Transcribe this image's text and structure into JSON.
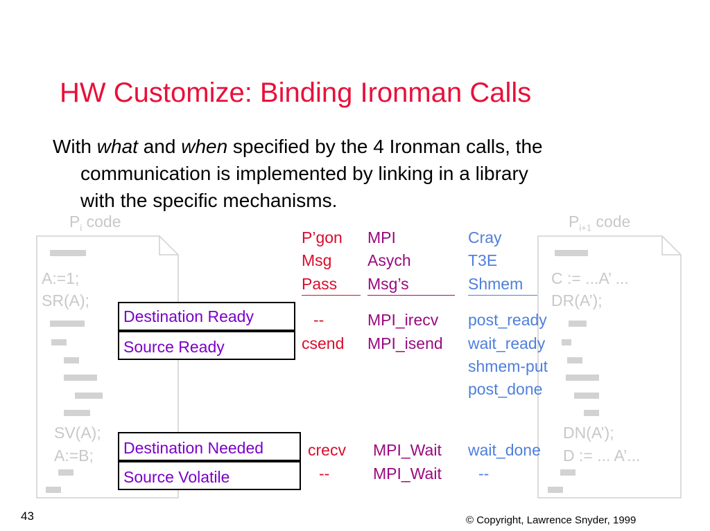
{
  "slide": {
    "title": "HW Customize: Binding Ironman Calls",
    "intro": {
      "prefix": "With ",
      "what": "what",
      "and": " and ",
      "when": "when",
      "rest1": " specified by the 4 Ironman calls, the",
      "line2": "communication is implemented by linking in a library",
      "line3": "with the specific mechanisms."
    },
    "left_doc": {
      "label_main": "P",
      "label_sub": "i",
      "label_rest": " code",
      "line1": "A:=1;",
      "line2": "SR(A);",
      "line3": "SV(A);",
      "line4": "A:=B;"
    },
    "right_doc": {
      "label_main": "P",
      "label_sub": "i+1",
      "label_rest": " code",
      "line1": "C := ...A’ ...",
      "line2": "DR(A’);",
      "line3": "DN(A’);",
      "line4": "D := ... A’..."
    },
    "boxes": {
      "dest_ready": "Destination Ready",
      "source_ready": "Source Ready",
      "dest_needed": "Destination Needed",
      "source_volatile": "Source Volatile"
    },
    "columns": {
      "pgon": {
        "h1": "P’gon",
        "h2": "Msg",
        "h3": "Pass",
        "r1": "--",
        "r2": "csend",
        "r3": "crecv",
        "r4": "--"
      },
      "mpi": {
        "h1": "MPI",
        "h2": "Asych",
        "h3": "Msg’s",
        "r1": "MPI_irecv",
        "r2": "MPI_isend",
        "r3": "MPI_Wait",
        "r4": "MPI_Wait"
      },
      "cray": {
        "h1": "Cray",
        "h2": "T3E",
        "h3": "Shmem",
        "r1": "post_ready",
        "r2": "wait_ready",
        "r3": "shmem-put",
        "r4": "post_done",
        "r5": "wait_done",
        "r6": "--"
      }
    },
    "page_number": "43",
    "copyright": "© Copyright, Lawrence Snyder, 1999"
  }
}
